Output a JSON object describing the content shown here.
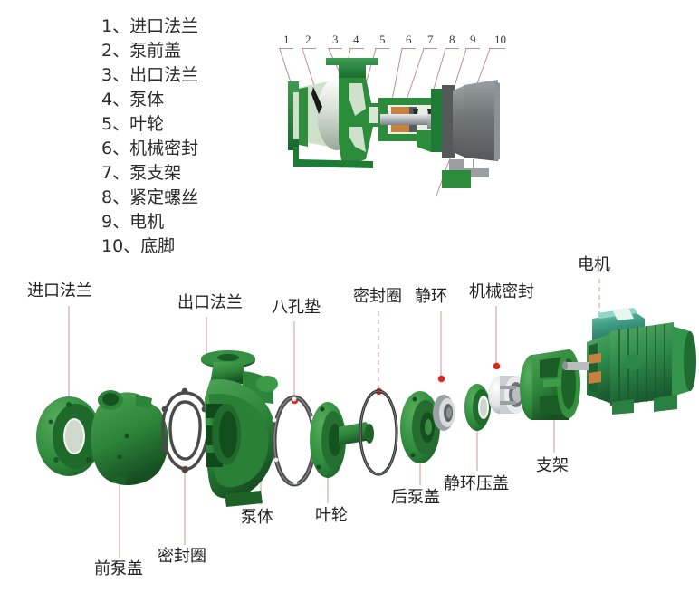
{
  "legend": {
    "items": [
      {
        "no": "1",
        "label": "进口法兰"
      },
      {
        "no": "2",
        "label": "泵前盖"
      },
      {
        "no": "3",
        "label": "出口法兰"
      },
      {
        "no": "4",
        "label": "泵体"
      },
      {
        "no": "5",
        "label": "叶轮"
      },
      {
        "no": "6",
        "label": "机械密封"
      },
      {
        "no": "7",
        "label": "泵支架"
      },
      {
        "no": "8",
        "label": "紧定螺丝"
      },
      {
        "no": "9",
        "label": "电机"
      },
      {
        "no": "10",
        "label": "底脚"
      }
    ],
    "separator": "、",
    "rows": [
      "1、进口法兰",
      "2、泵前盖",
      "3、出口法兰",
      "4、泵体",
      "5、叶轮",
      "6、机械密封",
      "7、泵支架",
      "8、紧定螺丝",
      "9、电机",
      "10、底脚"
    ]
  },
  "cross_section": {
    "callouts": [
      "1",
      "2",
      "3",
      "4",
      "5",
      "6",
      "7",
      "8",
      "9",
      "10"
    ],
    "colors": {
      "casing_green": "#1f7a3a",
      "casing_light": "#cfe3cf",
      "shaft_gray": "#b9bcbe",
      "motor_gray": "#6f7376",
      "seal_bronze": "#c8813f",
      "leader": "#bf8d8d"
    }
  },
  "exploded": {
    "labels": [
      {
        "key": "inlet-flange",
        "text": "进口法兰"
      },
      {
        "key": "outlet-flange",
        "text": "出口法兰"
      },
      {
        "key": "eight-hole-gasket",
        "text": "八孔垫"
      },
      {
        "key": "seal-ring-oring",
        "text": "密封圈"
      },
      {
        "key": "stationary-ring",
        "text": "静环"
      },
      {
        "key": "mechanical-seal",
        "text": "机械密封"
      },
      {
        "key": "motor",
        "text": "电机"
      },
      {
        "key": "front-pump-cover",
        "text": "前泵盖"
      },
      {
        "key": "seal-ring-gasket",
        "text": "密封圈"
      },
      {
        "key": "pump-body",
        "text": "泵体"
      },
      {
        "key": "impeller",
        "text": "叶轮"
      },
      {
        "key": "rear-pump-cover",
        "text": "后泵盖"
      },
      {
        "key": "stationary-ring-gland",
        "text": "静环压盖"
      },
      {
        "key": "bracket",
        "text": "支架"
      }
    ],
    "colors": {
      "part_green": "#2f8b3d",
      "part_green_dark": "#1d5f28",
      "gasket_dark": "#4a4a4a",
      "seal_white": "#e4e6e6",
      "seal_gray": "#8d9295",
      "motor_teal": "#3f9d86",
      "motor_green": "#2f8b4a",
      "marker_red": "#e02316",
      "leader": "#d6a9a2"
    }
  }
}
